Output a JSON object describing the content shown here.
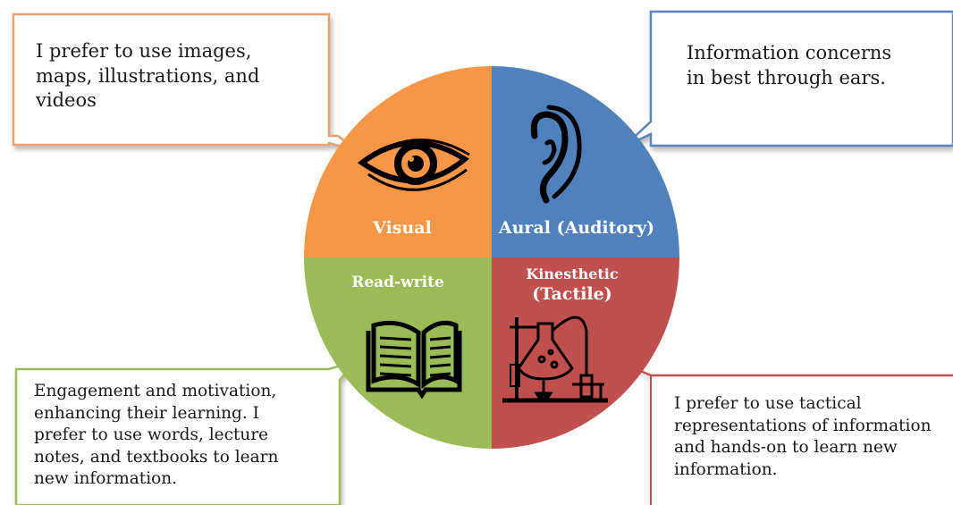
{
  "diagram": {
    "colors": {
      "visual": "#F79646",
      "aural": "#4F81BD",
      "read_write": "#9BBB59",
      "kinesthetic": "#C0504D"
    },
    "quadrants": {
      "visual": {
        "label": "Visual",
        "icon": "eye-icon"
      },
      "aural": {
        "label": "Aural (Auditory)",
        "icon": "ear-icon"
      },
      "read_write": {
        "label": "Read-write",
        "icon": "open-book-icon"
      },
      "kinesthetic": {
        "label_line1": "Kinesthetic",
        "label_line2": "(Tactile)",
        "icon": "lab-apparatus-icon"
      }
    },
    "callouts": {
      "visual": [
        "I prefer to use images,",
        "maps, illustrations, and",
        "videos"
      ],
      "aural": [
        "Information concerns",
        "in best through ears."
      ],
      "read_write": [
        "Engagement and motivation,",
        "enhancing their learning. I",
        "prefer to use words, lecture",
        "notes, and textbooks to learn",
        "new information."
      ],
      "kinesthetic": [
        "I prefer to use tactical",
        "representations of information",
        "and hands-on to learn new",
        "information."
      ]
    }
  }
}
